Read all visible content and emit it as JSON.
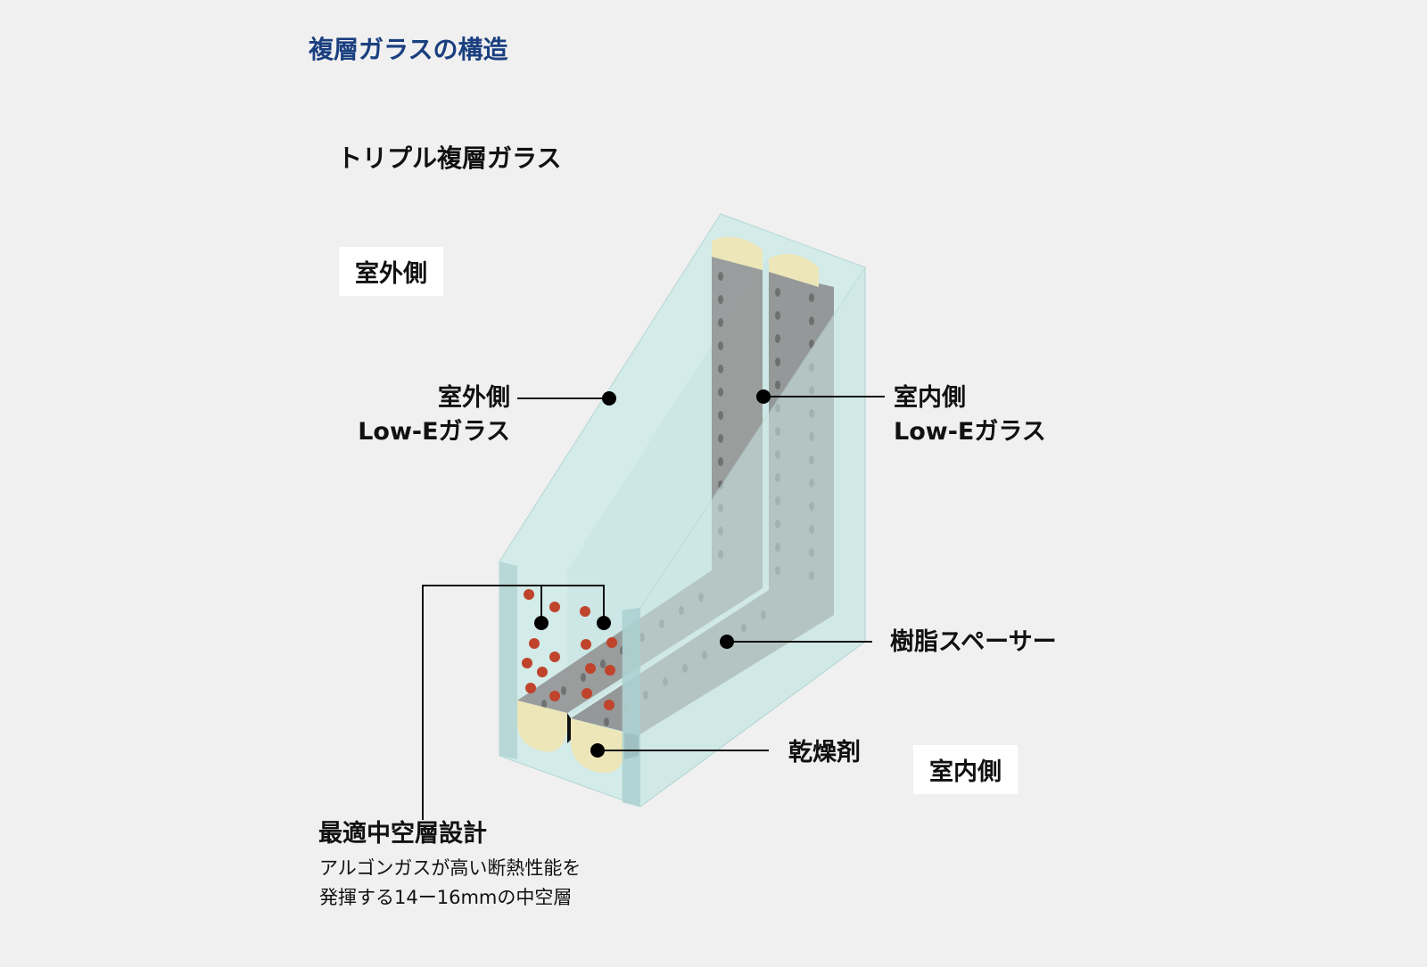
{
  "header": {
    "title": "複層ガラスの構造",
    "subtitle": "トリプル複層ガラス"
  },
  "sides": {
    "outdoor": "室外側",
    "indoor": "室内側"
  },
  "labels": {
    "outdoor_lowe_line1": "室外側",
    "outdoor_lowe_line2": "Low-Eガラス",
    "indoor_lowe_line1": "室内側",
    "indoor_lowe_line2": "Low-Eガラス",
    "spacer": "樹脂スペーサー",
    "desiccant": "乾燥剤",
    "air_layer_title": "最適中空層設計",
    "air_layer_desc1": "アルゴンガスが高い断熱性能を",
    "air_layer_desc2": "発揮する14ー16mmの中空層"
  },
  "colors": {
    "title": "#1a3f7f",
    "glass": "#cfe8e6",
    "spacer": "#8e8e8e",
    "desiccant": "#ece6b8",
    "argon": "#c0432b"
  }
}
